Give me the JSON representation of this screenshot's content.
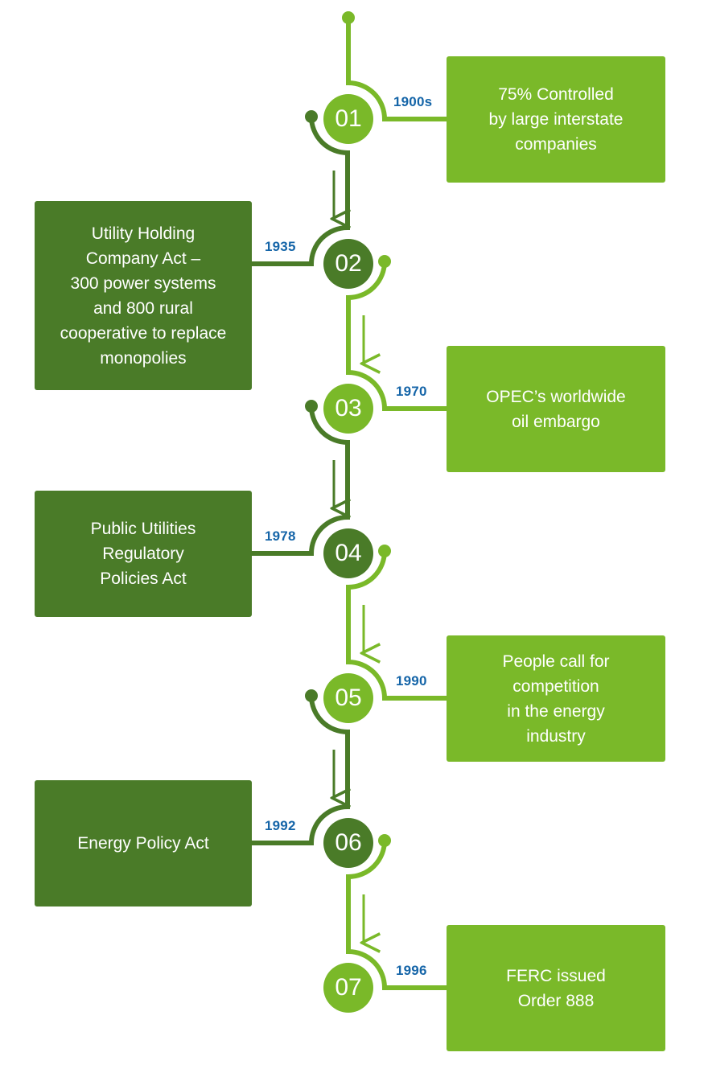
{
  "palette": {
    "dark_green": "#4A7B28",
    "light_green": "#7AB929",
    "year_blue": "#1565A8",
    "text_white": "#FFFFFF",
    "background": "#FFFFFF"
  },
  "chart_data": {
    "type": "table",
    "title": "",
    "items": [
      {
        "number": "01",
        "year": "1900s",
        "text": "75% Controlled by large interstate companies",
        "side": "right",
        "tone": "light"
      },
      {
        "number": "02",
        "year": "1935",
        "text": "Utility Holding Company Act – 300 power systems and 800 rural cooperative to replace monopolies",
        "side": "left",
        "tone": "dark"
      },
      {
        "number": "03",
        "year": "1970",
        "text": "OPEC’s worldwide oil embargo",
        "side": "right",
        "tone": "light"
      },
      {
        "number": "04",
        "year": "1978",
        "text": "Public Utilities Regulatory Policies Act",
        "side": "left",
        "tone": "dark"
      },
      {
        "number": "05",
        "year": "1990",
        "text": "People call for competition in the energy industry",
        "side": "right",
        "tone": "light"
      },
      {
        "number": "06",
        "year": "1992",
        "text": "Energy Policy Act",
        "side": "left",
        "tone": "dark"
      },
      {
        "number": "07",
        "year": "1996",
        "text": "FERC issued Order 888",
        "side": "right",
        "tone": "light"
      }
    ]
  },
  "nodes": {
    "n1": {
      "number": "01",
      "year": "1900s"
    },
    "n2": {
      "number": "02",
      "year": "1935"
    },
    "n3": {
      "number": "03",
      "year": "1970"
    },
    "n4": {
      "number": "04",
      "year": "1978"
    },
    "n5": {
      "number": "05",
      "year": "1990"
    },
    "n6": {
      "number": "06",
      "year": "1992"
    },
    "n7": {
      "number": "07",
      "year": "1996"
    }
  },
  "cards": {
    "c1": {
      "line1": "75% Controlled",
      "line2": "by large interstate",
      "line3": "companies"
    },
    "c2": {
      "line1": "Utility Holding",
      "line2": "Company Act –",
      "line3": "300 power systems",
      "line4": "and 800 rural",
      "line5": "cooperative to replace",
      "line6": "monopolies"
    },
    "c3": {
      "line1": "OPEC’s worldwide",
      "line2": "oil embargo"
    },
    "c4": {
      "line1": "Public Utilities",
      "line2": "Regulatory",
      "line3": "Policies Act"
    },
    "c5": {
      "line1": "People call for",
      "line2": "competition",
      "line3": "in the energy",
      "line4": "industry"
    },
    "c6": {
      "line1": "Energy Policy Act"
    },
    "c7": {
      "line1": "FERC issued",
      "line2": "Order 888"
    }
  }
}
